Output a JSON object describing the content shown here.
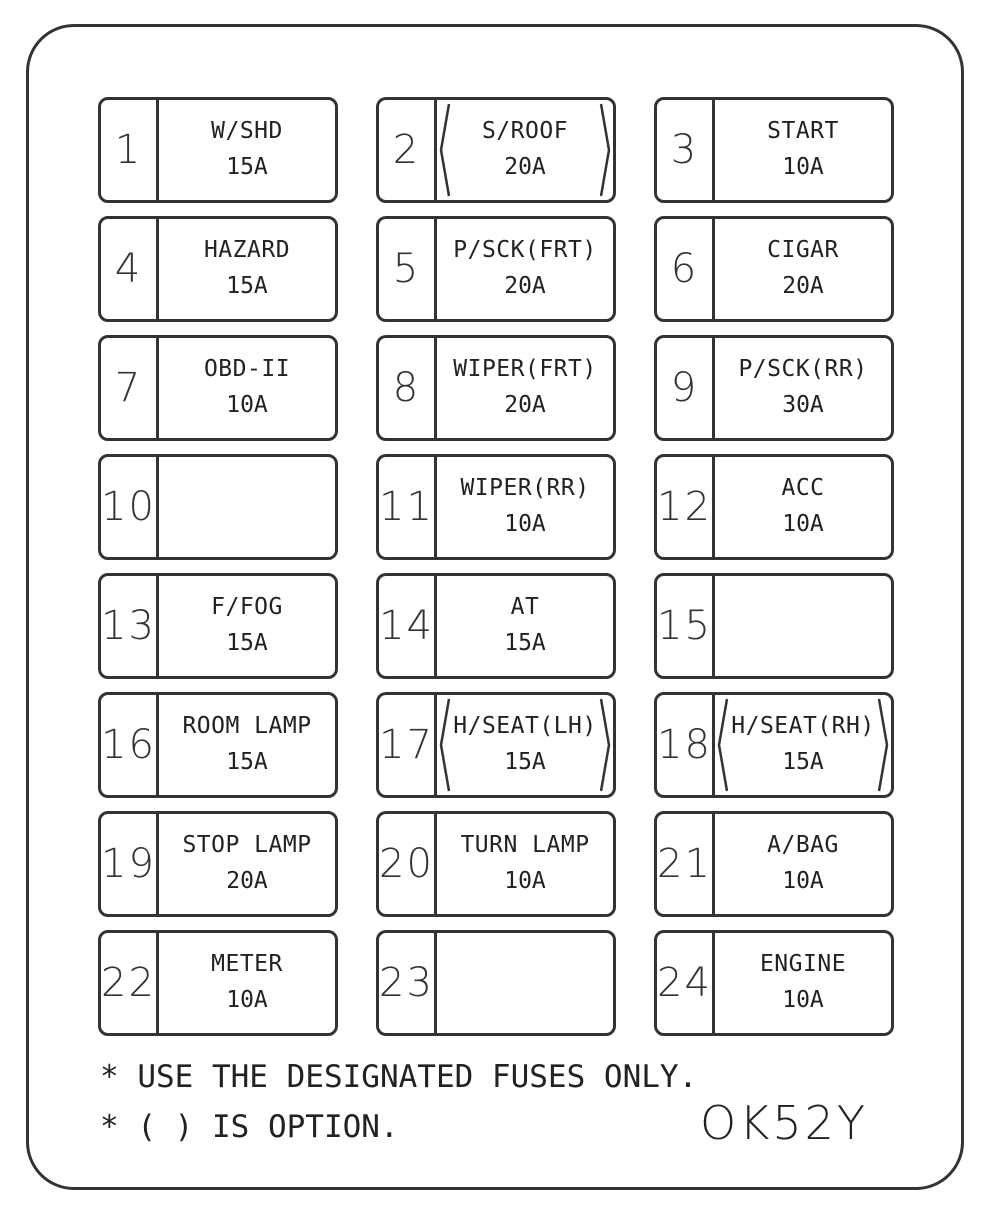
{
  "fuses": [
    {
      "number": "1",
      "name": "W/SHD",
      "amp": "15A",
      "optional": false
    },
    {
      "number": "2",
      "name": "S/ROOF",
      "amp": "20A",
      "optional": true
    },
    {
      "number": "3",
      "name": "START",
      "amp": "10A",
      "optional": false
    },
    {
      "number": "4",
      "name": "HAZARD",
      "amp": "15A",
      "optional": false
    },
    {
      "number": "5",
      "name": "P/SCK(FRT)",
      "amp": "20A",
      "optional": false
    },
    {
      "number": "6",
      "name": "CIGAR",
      "amp": "20A",
      "optional": false
    },
    {
      "number": "7",
      "name": "OBD-II",
      "amp": "10A",
      "optional": false
    },
    {
      "number": "8",
      "name": "WIPER(FRT)",
      "amp": "20A",
      "optional": false
    },
    {
      "number": "9",
      "name": "P/SCK(RR)",
      "amp": "30A",
      "optional": false
    },
    {
      "number": "10",
      "name": "",
      "amp": "",
      "optional": false
    },
    {
      "number": "11",
      "name": "WIPER(RR)",
      "amp": "10A",
      "optional": false
    },
    {
      "number": "12",
      "name": "ACC",
      "amp": "10A",
      "optional": false
    },
    {
      "number": "13",
      "name": "F/FOG",
      "amp": "15A",
      "optional": false
    },
    {
      "number": "14",
      "name": "AT",
      "amp": "15A",
      "optional": false
    },
    {
      "number": "15",
      "name": "",
      "amp": "",
      "optional": false
    },
    {
      "number": "16",
      "name": "ROOM LAMP",
      "amp": "15A",
      "optional": false
    },
    {
      "number": "17",
      "name": "H/SEAT(LH)",
      "amp": "15A",
      "optional": true
    },
    {
      "number": "18",
      "name": "H/SEAT(RH)",
      "amp": "15A",
      "optional": true
    },
    {
      "number": "19",
      "name": "STOP LAMP",
      "amp": "20A",
      "optional": false
    },
    {
      "number": "20",
      "name": "TURN LAMP",
      "amp": "10A",
      "optional": false
    },
    {
      "number": "21",
      "name": "A/BAG",
      "amp": "10A",
      "optional": false
    },
    {
      "number": "22",
      "name": "METER",
      "amp": "10A",
      "optional": false
    },
    {
      "number": "23",
      "name": "",
      "amp": "",
      "optional": false
    },
    {
      "number": "24",
      "name": "ENGINE",
      "amp": "10A",
      "optional": false
    }
  ],
  "notes": [
    "* USE THE DESIGNATED FUSES ONLY.",
    "* ( ) IS OPTION."
  ],
  "part_code": "OK52Y",
  "colors": {
    "line": "#333333",
    "text": "#222222",
    "background": "#ffffff"
  }
}
